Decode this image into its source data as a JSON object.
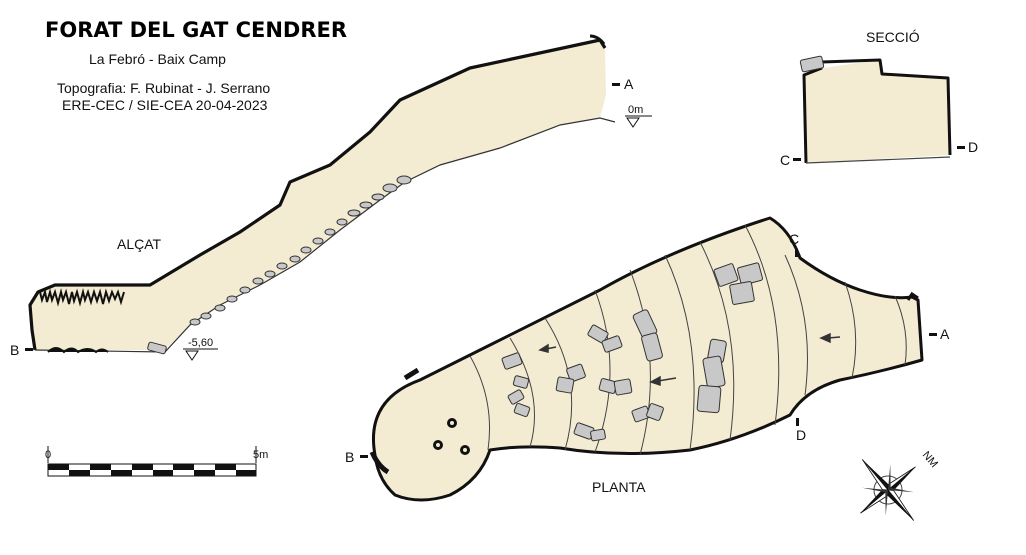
{
  "header": {
    "title": "FORAT DEL GAT CENDRER",
    "location": "La Febró  -  Baix Camp",
    "credits_line1": "Topografia: F. Rubinat - J. Serrano",
    "credits_line2": "ERE-CEC / SIE-CEA  20-04-2023"
  },
  "views": {
    "elevation": "ALÇAT",
    "plan": "PLANTA",
    "section": "SECCIÓ"
  },
  "depths": {
    "entrance": "0m",
    "bottom": "-5,60"
  },
  "points": {
    "a": "A",
    "b": "B",
    "c": "C",
    "d": "D"
  },
  "scale": {
    "start": "0",
    "end": "5m"
  },
  "north": {
    "label": "NM"
  },
  "colors": {
    "cave_fill": "#f3ecd3",
    "wall": "#111111",
    "block_fill": "#c8c8c8"
  }
}
